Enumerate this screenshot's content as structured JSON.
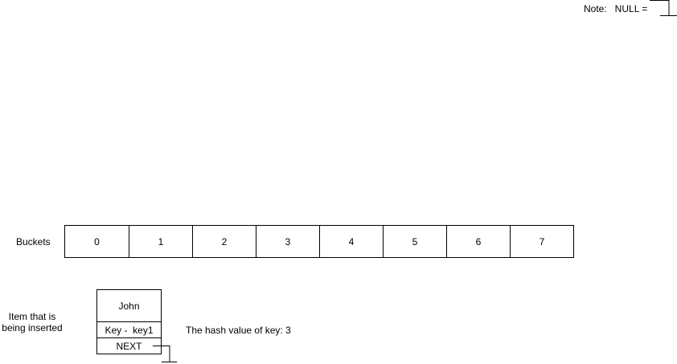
{
  "note": {
    "text": "Note:   NULL ="
  },
  "buckets": {
    "label": "Buckets",
    "cells": [
      "0",
      "1",
      "2",
      "3",
      "4",
      "5",
      "6",
      "7"
    ]
  },
  "item": {
    "label_line1": "Item that is",
    "label_line2": "being inserted",
    "name": "John",
    "key": "Key -  key1",
    "next": "NEXT"
  },
  "hash_note": "The hash value of key: 3"
}
